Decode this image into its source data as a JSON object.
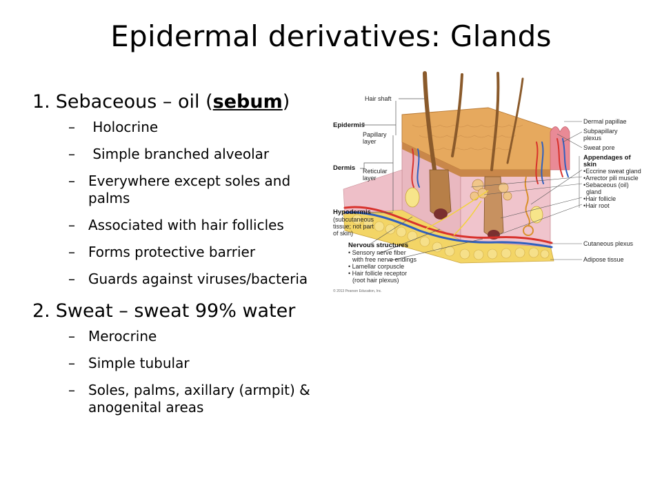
{
  "slide": {
    "title": "Epidermal derivatives: Glands"
  },
  "sections": [
    {
      "number": "1.",
      "head_before": "Sebaceous – oil (",
      "head_emph": "sebum",
      "head_after": ")",
      "items": [
        " Holocrine",
        " Simple branched alveolar",
        "Everywhere except soles and palms",
        "Associated with hair follicles",
        "Forms protective barrier",
        "Guards against viruses/bacteria"
      ]
    },
    {
      "number": "2.",
      "head": "Sweat – sweat 99% water",
      "items": [
        "Merocrine",
        "Simple tubular",
        "Soles, palms, axillary (armpit) & anogenital areas"
      ]
    }
  ],
  "bullet_glyph": "–",
  "figure": {
    "labels": {
      "hair_shaft": "Hair shaft",
      "epidermis": "Epidermis",
      "papillary_1": "Papillary",
      "papillary_2": "layer",
      "dermis": "Dermis",
      "reticular_1": "Reticular",
      "reticular_2": "layer",
      "hypodermis": "Hypodermis",
      "hypo_note_1": "(subcutaneous",
      "hypo_note_2": "tissue; not part",
      "hypo_note_3": "of skin)",
      "nervous_structures": "Nervous structures",
      "nerve_1": "• Sensory nerve fiber",
      "nerve_1b": "with free nerve endings",
      "nerve_2": "• Lamellar corpuscle",
      "nerve_3": "• Hair follicle receptor",
      "nerve_3b": "(root hair plexus)",
      "copyright": "© 2013 Pearson Education, Inc.",
      "dermal_papillae": "Dermal papillae",
      "subpapillary_1": "Subpapillary",
      "subpapillary_2": "plexus",
      "sweat_pore": "Sweat pore",
      "appendages_1": "Appendages of",
      "appendages_2": "skin",
      "app_1": "•Eccrine sweat gland",
      "app_2": "•Arrector pili muscle",
      "app_3": "•Sebaceous (oil)",
      "app_3b": "gland",
      "app_4": "•Hair follicle",
      "app_5": "•Hair root",
      "cutaneous_plexus": "Cutaneous plexus",
      "adipose_tissue": "Adipose tissue"
    }
  }
}
